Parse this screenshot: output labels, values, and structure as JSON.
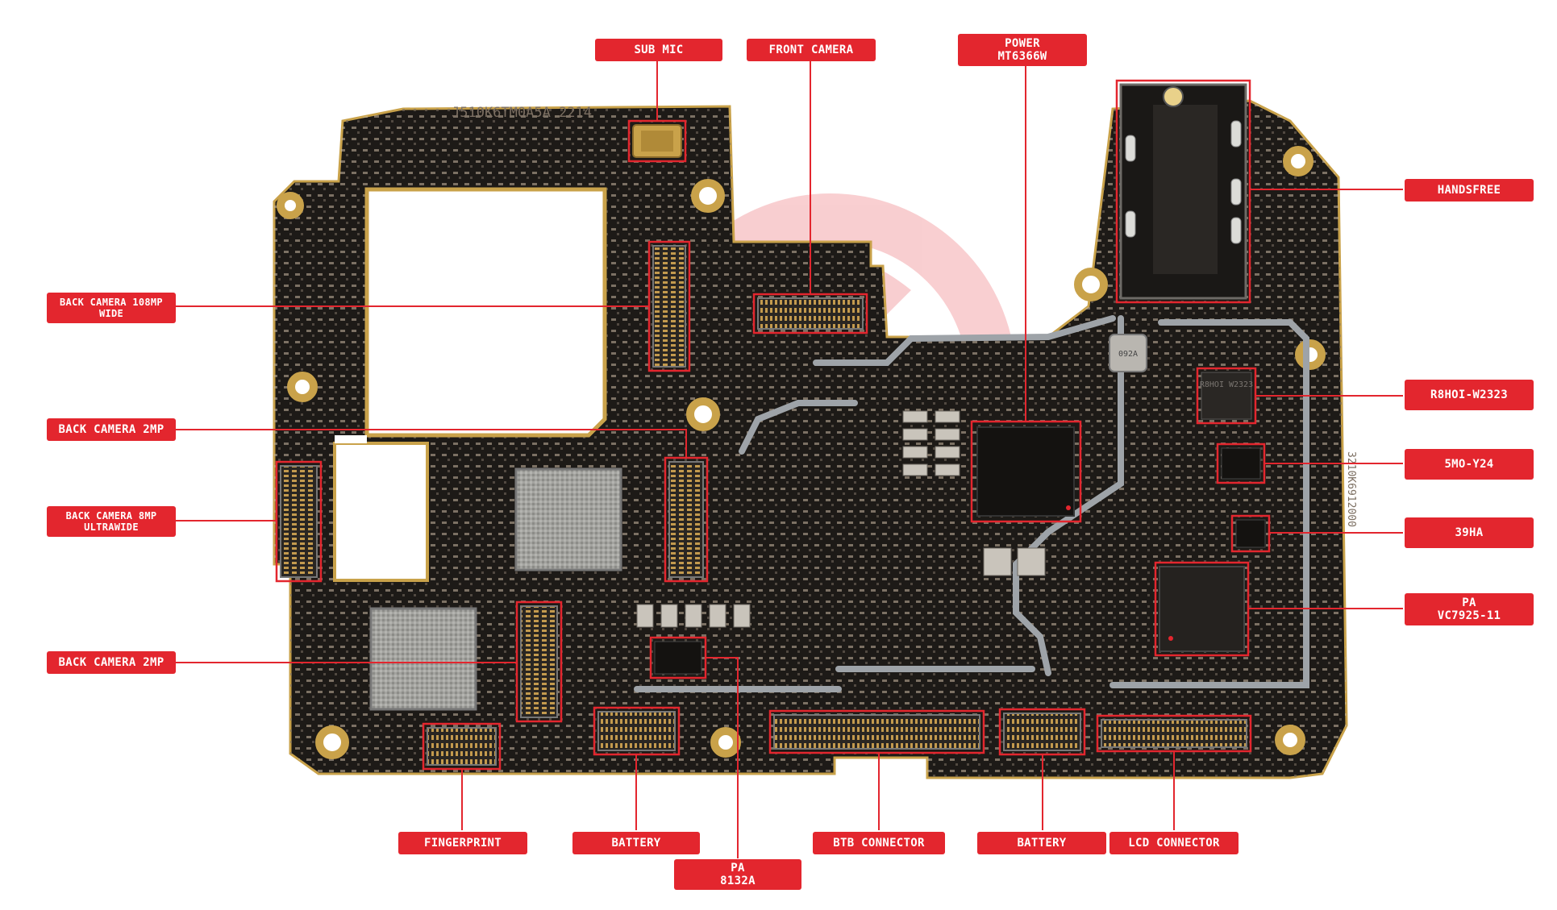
{
  "colors": {
    "label_bg": "#e3262e",
    "label_text": "#ffffff",
    "leader": "#e3262e",
    "pcb": "#1d1a17",
    "gold": "#c9a24a",
    "shield": "#9a9a96"
  },
  "labels": {
    "sub_mic": "SUB MIC",
    "front_camera": "FRONT CAMERA",
    "power_1": "POWER",
    "power_2": "MT6366W",
    "handsfree": "HANDSFREE",
    "back_camera_108_1": "BACK CAMERA 108MP",
    "back_camera_108_2": "WIDE",
    "back_camera_2mp_a": "BACK CAMERA 2MP",
    "back_camera_8_1": "BACK CAMERA 8MP",
    "back_camera_8_2": "ULTRAWIDE",
    "back_camera_2mp_b": "BACK CAMERA 2MP",
    "r8hoi": "R8HOI-W2323",
    "smo": "5MO-Y24",
    "ha39": "39HA",
    "pa_vc_1": "PA",
    "pa_vc_2": "VC7925-11",
    "fingerprint": "FINGERPRINT",
    "battery_a": "BATTERY",
    "pa_8132_1": "PA",
    "pa_8132_2": "8132A",
    "btb": "BTB CONNECTOR",
    "battery_b": "BATTERY",
    "lcd": "LCD CONNECTOR"
  },
  "board_markings": {
    "serial": "J510K6TM0A5A 2214",
    "chip_mark_r8": "R8HOI W2323",
    "side_code": "3210K6912000",
    "inductor_mark": "092A"
  }
}
